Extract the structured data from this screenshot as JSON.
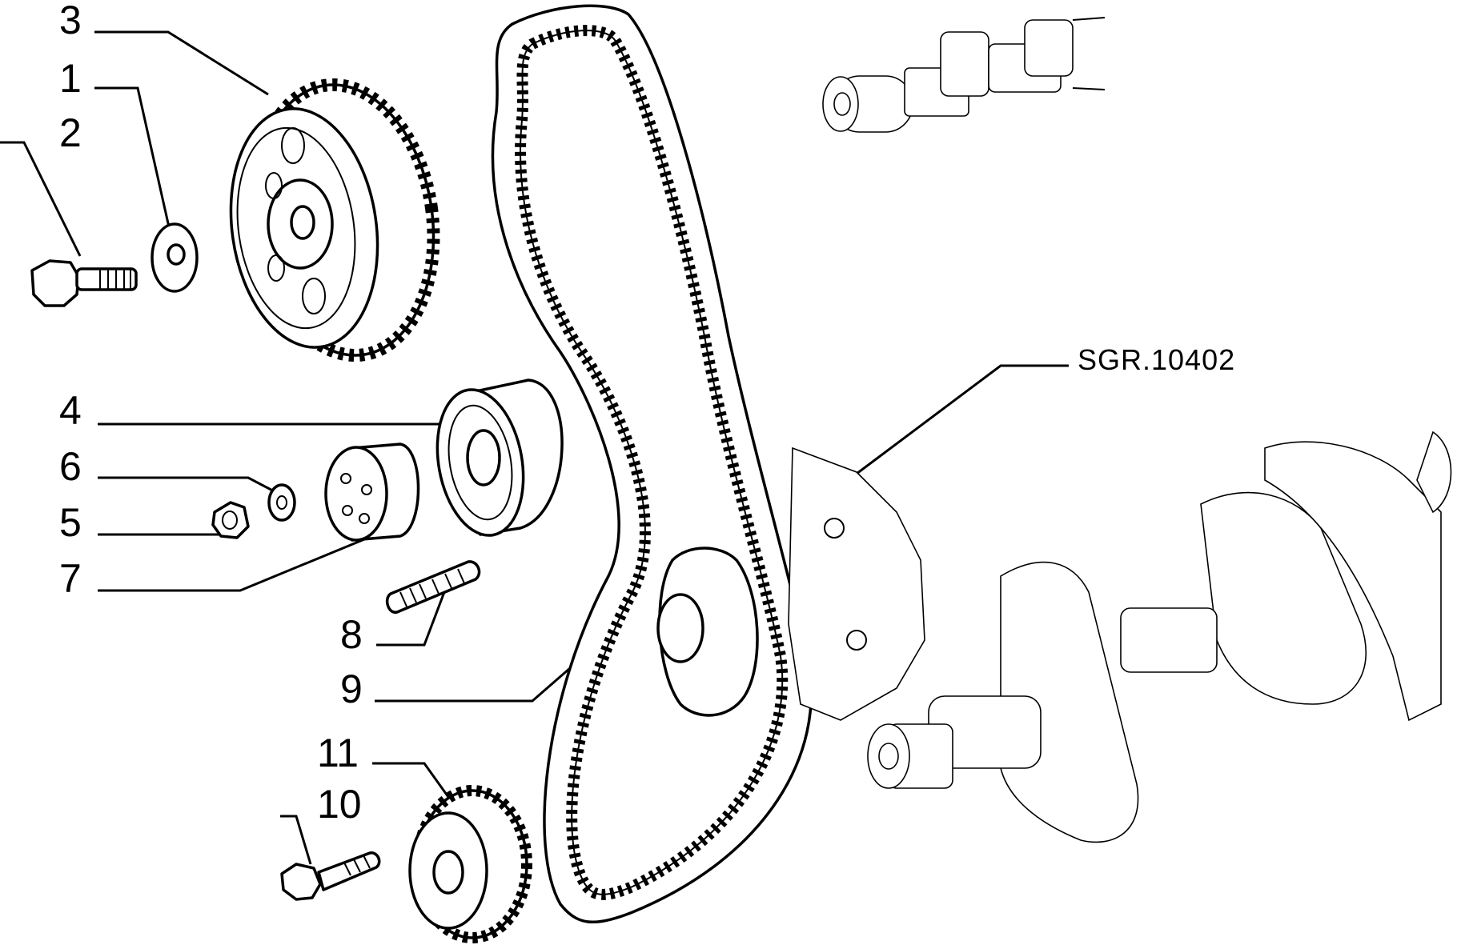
{
  "reference_code": "SGR.10402",
  "callouts": {
    "c1": "1",
    "c2": "2",
    "c3": "3",
    "c4": "4",
    "c5": "5",
    "c6": "6",
    "c7": "7",
    "c8": "8",
    "c9": "9",
    "c10": "10",
    "c11": "11"
  }
}
